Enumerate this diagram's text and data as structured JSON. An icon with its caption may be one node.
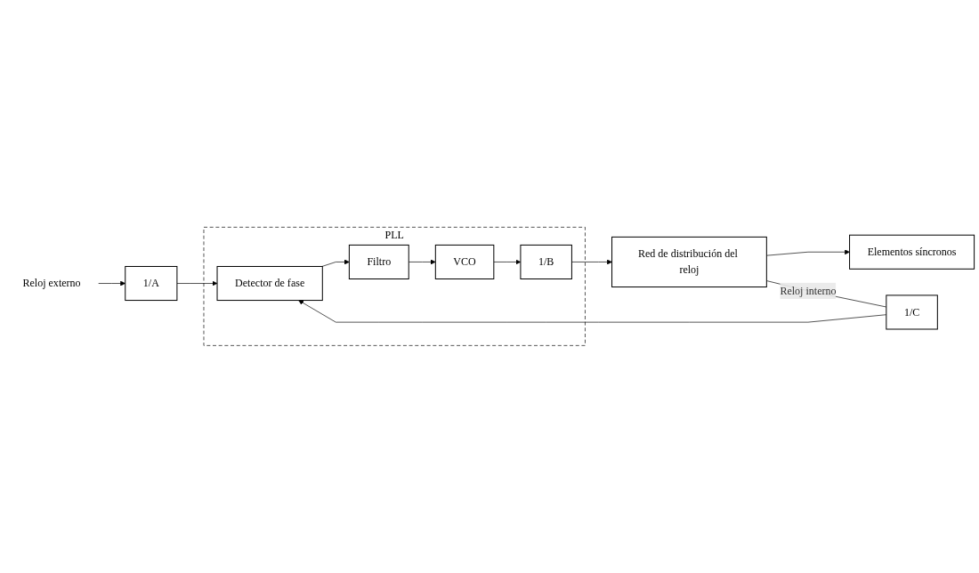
{
  "diagram": {
    "nodes": [
      {
        "text": [
          "Reloj externo"
        ]
      },
      {
        "text": [
          "1/A"
        ]
      },
      {
        "text": [
          "PLL"
        ]
      },
      {
        "text": [
          "Detector de fase"
        ],
        "in": 2
      },
      {
        "text": [
          "Filtro"
        ],
        "in": 2
      },
      {
        "text": [
          "VCO"
        ],
        "in": 2
      },
      {
        "text": [
          "1/B"
        ],
        "in": 2
      },
      {
        "text": [
          "Red de distribución del reloj"
        ]
      },
      {
        "text": [
          "1/C"
        ]
      },
      {
        "text": [
          "Elementos síncronos"
        ]
      }
    ],
    "edges": [
      {
        "from": 0,
        "to": 1,
        "arrow": "to"
      },
      {
        "from": 1,
        "to": 3,
        "arrow": "to"
      },
      {
        "from": 3,
        "to": 4,
        "arrow": "to"
      },
      {
        "from": 4,
        "to": 5,
        "arrow": "to"
      },
      {
        "from": 5,
        "to": 6,
        "arrow": "to"
      },
      {
        "from": 6,
        "to": 7,
        "arrow": "to"
      },
      {
        "from": 7,
        "to": 9,
        "arrow": "to"
      },
      {
        "from": 7,
        "to": 8,
        "arrow": "none",
        "label": "Reloj interno"
      },
      {
        "from": 8,
        "to": 3,
        "arrow": "to"
      }
    ]
  }
}
